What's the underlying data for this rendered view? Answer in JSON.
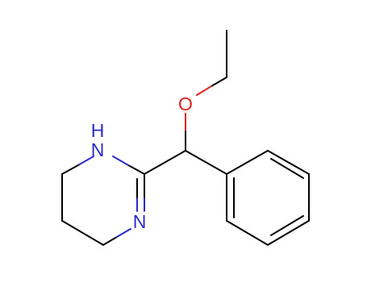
{
  "molecule": {
    "atoms": [
      {
        "id": "o1",
        "symbol": "O",
        "label": "O",
        "color": "#e0201c"
      },
      {
        "id": "n1",
        "symbol": "N",
        "label": "N",
        "color": "#2b2bc8"
      },
      {
        "id": "h_n1",
        "symbol": "H",
        "label": "H",
        "color": "#2b2bc8"
      },
      {
        "id": "n2",
        "symbol": "N",
        "label": "N",
        "color": "#2b2bc8"
      }
    ],
    "bond_color": "#000000"
  }
}
